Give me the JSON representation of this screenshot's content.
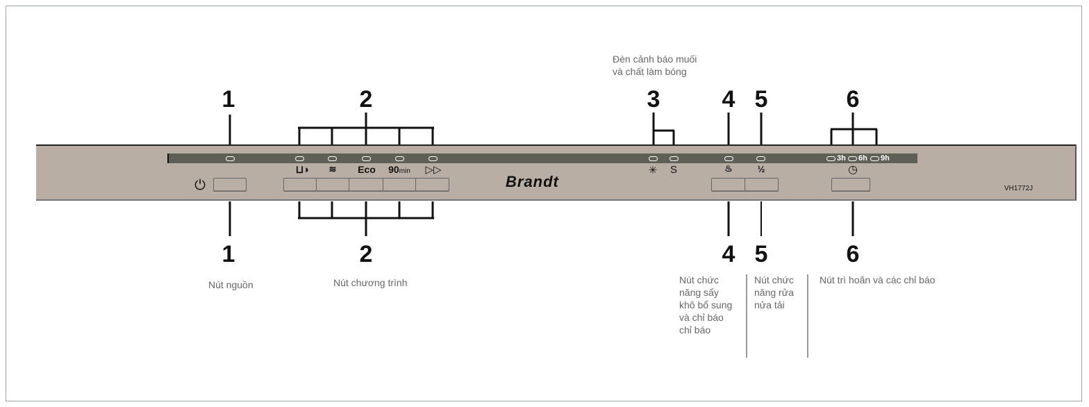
{
  "callouts": {
    "top": [
      "1",
      "2",
      "3",
      "4",
      "5",
      "6"
    ],
    "bottom": [
      "1",
      "2",
      "4",
      "5",
      "6"
    ]
  },
  "labels": {
    "power": "Nút nguồn",
    "programs": "Nút chương trình",
    "warning_line1": "Đèn cảnh báo muối",
    "warning_line2": "và chất làm bóng",
    "dry": [
      "Nút chức",
      "năng sấy",
      "khô bổ sung",
      "và chỉ báo",
      "chỉ báo"
    ],
    "half": [
      "Nút chức",
      "năng rửa",
      "nửa tải"
    ],
    "delay": "Nút trì hoãn và các chỉ báo"
  },
  "panel": {
    "brand": "Brandt",
    "model": "VH1772J",
    "program_icons": [
      "pot-icon",
      "glasses-icon",
      "Eco",
      "90",
      "min",
      "fast-forward-icon"
    ],
    "delay_hours": [
      "3h",
      "6h",
      "9h"
    ]
  },
  "colors": {
    "panel": "#b8aea4",
    "strip": "#5f5f58"
  }
}
